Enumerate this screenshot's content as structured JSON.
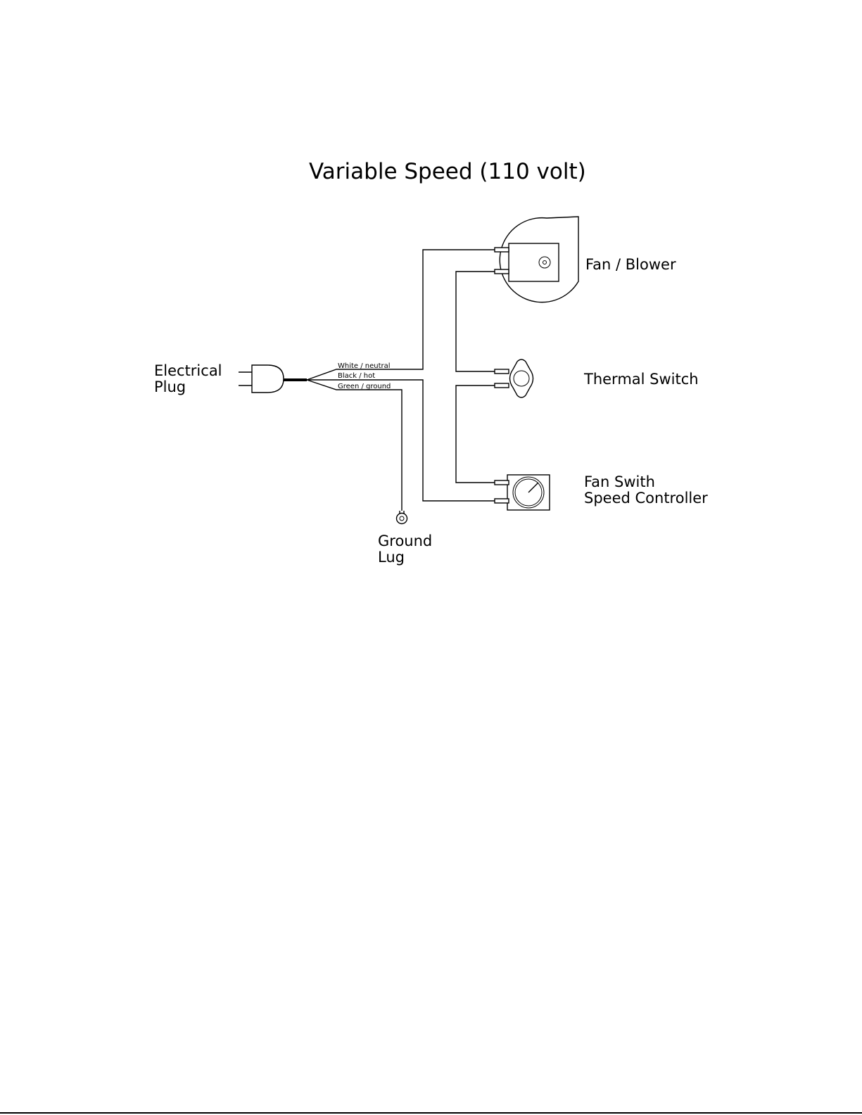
{
  "title": "Variable Speed (110 volt)",
  "components": {
    "plug": {
      "line1": "Electrical",
      "line2": "Plug"
    },
    "blower": {
      "label": "Fan / Blower"
    },
    "thermal": {
      "label": "Thermal Switch"
    },
    "controller": {
      "line1": "Fan Swith",
      "line2": "Speed Controller"
    },
    "ground": {
      "line1": "Ground",
      "line2": "Lug"
    }
  },
  "wires": {
    "white": "White / neutral",
    "black": "Black / hot",
    "green": "Green / ground"
  }
}
